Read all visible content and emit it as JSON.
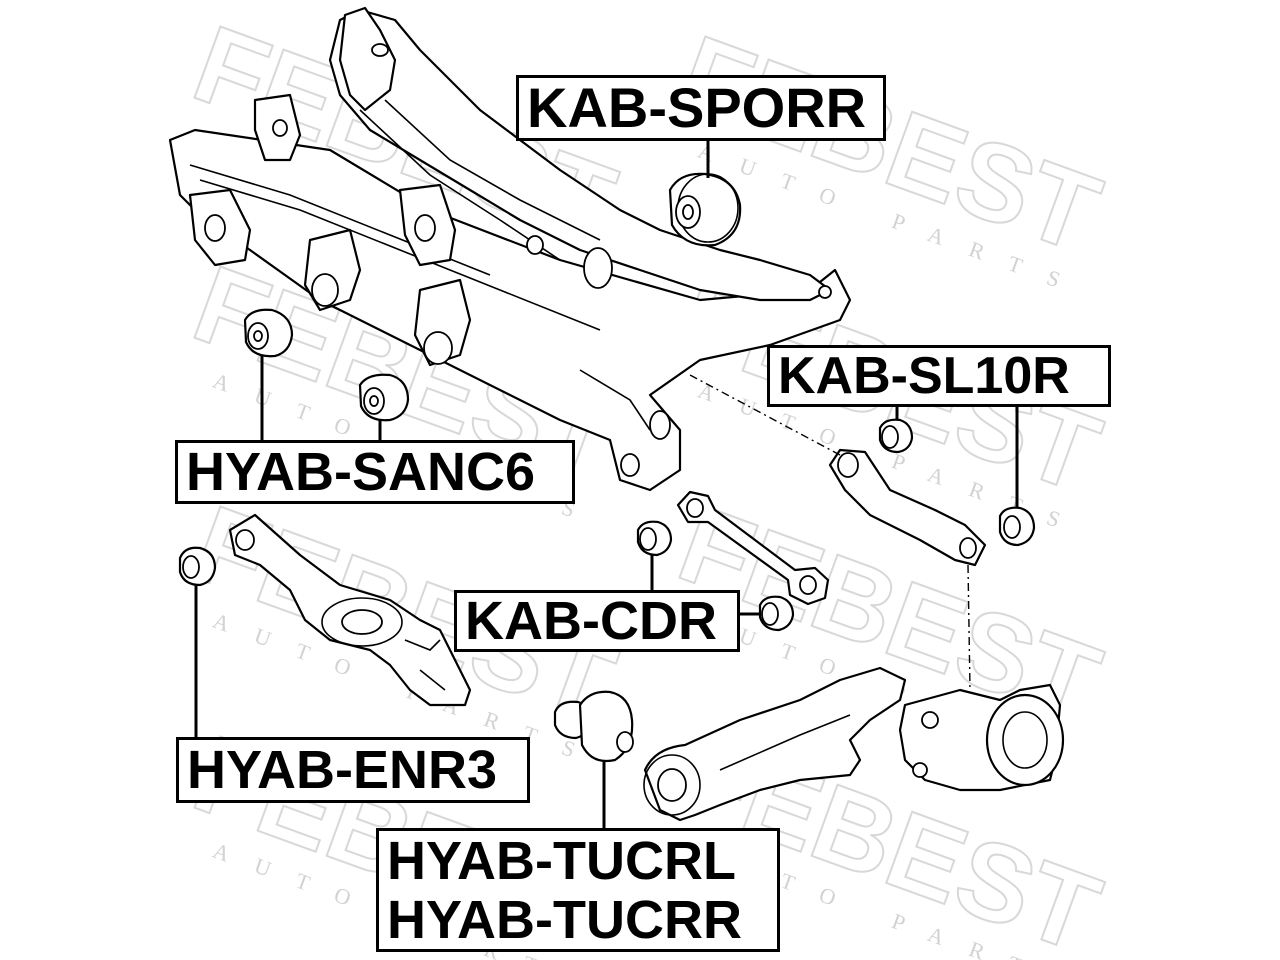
{
  "watermark": {
    "brand": "FEBEST",
    "subtitle": "AUTO PARTS"
  },
  "labels": {
    "kab_sporr": "KAB-SPORR",
    "kab_sl10r": "KAB-SL10R",
    "hyab_sanc6": "HYAB-SANC6",
    "kab_cdr": "KAB-CDR",
    "hyab_enr3": "HYAB-ENR3",
    "hyab_tucrl": "HYAB-TUCRL",
    "hyab_tucrr": "HYAB-TUCRR"
  },
  "colors": {
    "line": "#000000",
    "background": "#ffffff",
    "watermark": "#d2d2d2"
  }
}
